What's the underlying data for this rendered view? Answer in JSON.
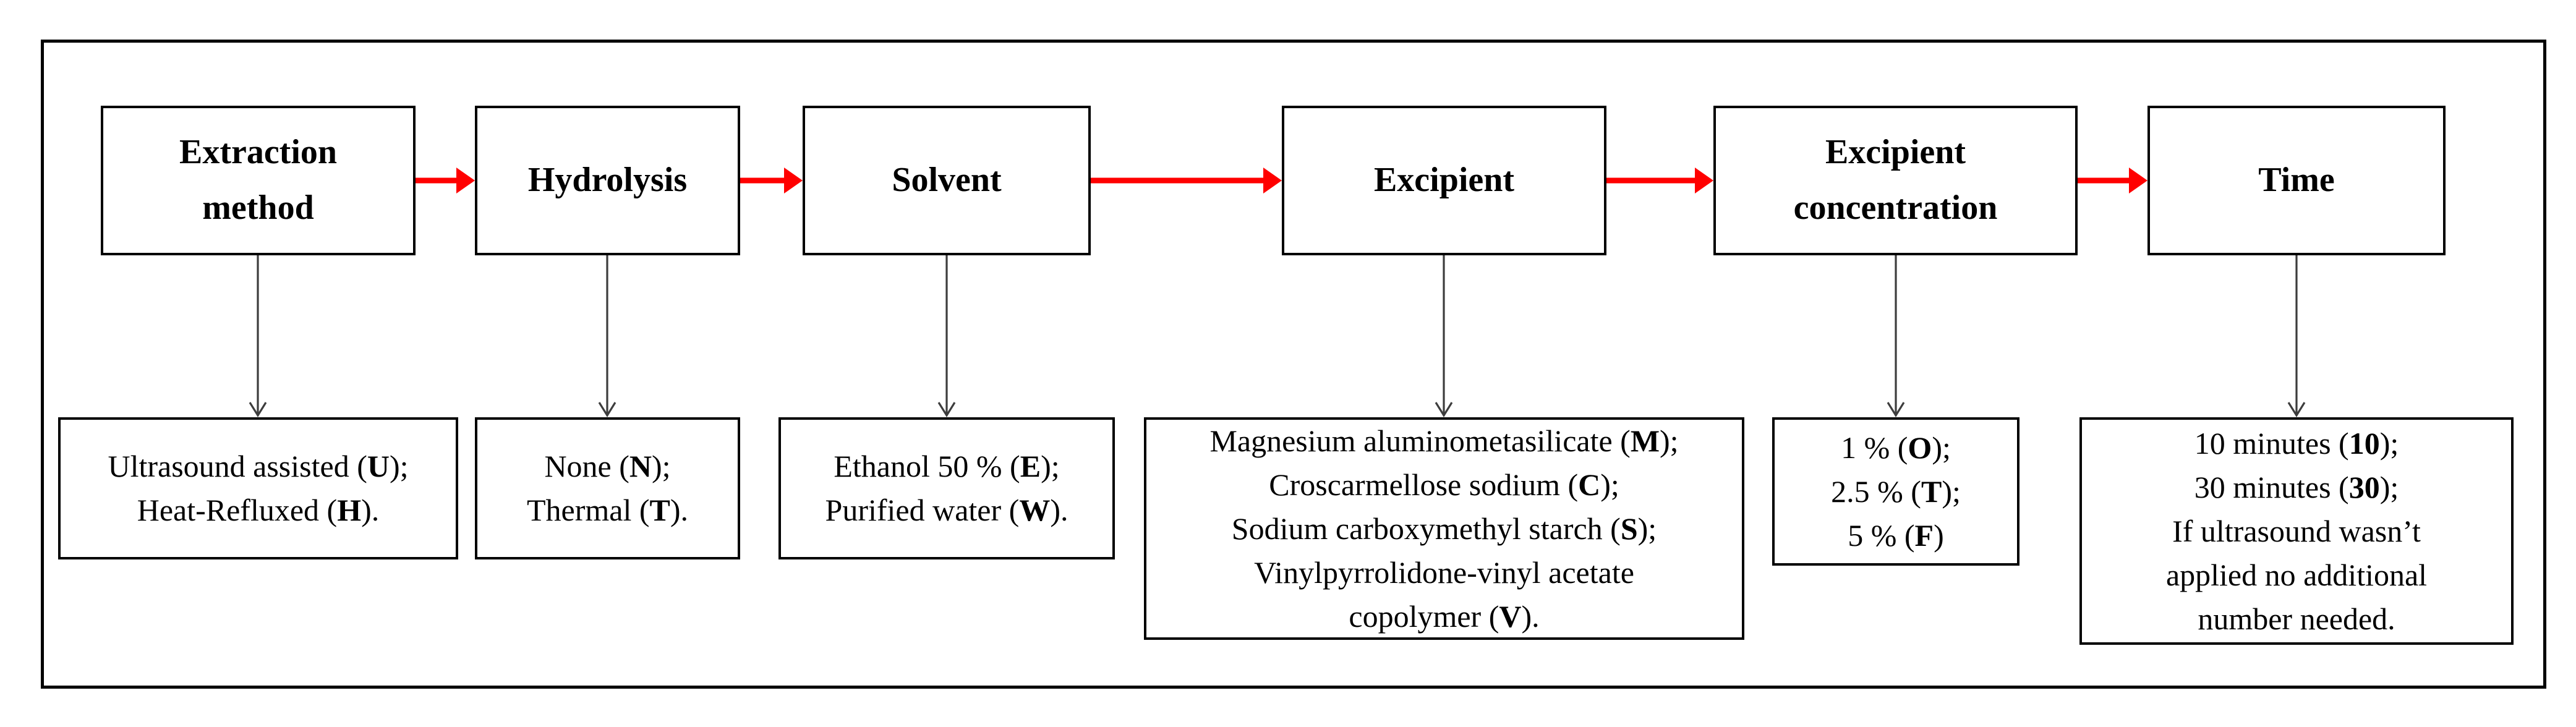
{
  "figure": {
    "colors": {
      "background": "#ffffff",
      "box_border": "#000000",
      "text": "#000000",
      "flow_arrow": "#ff0000",
      "connector": "#3d3d3d"
    },
    "steps": [
      {
        "title": "Extraction method",
        "options": [
          {
            "segments": [
              {
                "text": "Ultrasound assisted ("
              },
              {
                "text": "U",
                "bold": true
              },
              {
                "text": ");"
              }
            ]
          },
          {
            "segments": [
              {
                "text": "Heat-Refluxed ("
              },
              {
                "text": "H",
                "bold": true
              },
              {
                "text": ")."
              }
            ]
          }
        ]
      },
      {
        "title": "Hydrolysis",
        "options": [
          {
            "segments": [
              {
                "text": "None ("
              },
              {
                "text": "N",
                "bold": true
              },
              {
                "text": ");"
              }
            ]
          },
          {
            "segments": [
              {
                "text": "Thermal ("
              },
              {
                "text": "T",
                "bold": true
              },
              {
                "text": ")."
              }
            ]
          }
        ]
      },
      {
        "title": "Solvent",
        "options": [
          {
            "segments": [
              {
                "text": "Ethanol 50 % ("
              },
              {
                "text": "E",
                "bold": true
              },
              {
                "text": ");"
              }
            ]
          },
          {
            "segments": [
              {
                "text": "Purified water ("
              },
              {
                "text": "W",
                "bold": true
              },
              {
                "text": ")."
              }
            ]
          }
        ]
      },
      {
        "title": "Excipient",
        "options": [
          {
            "segments": [
              {
                "text": "Magnesium aluminometasilicate ("
              },
              {
                "text": "M",
                "bold": true
              },
              {
                "text": ");"
              }
            ]
          },
          {
            "segments": [
              {
                "text": "Croscarmellose sodium ("
              },
              {
                "text": "C",
                "bold": true
              },
              {
                "text": ");"
              }
            ]
          },
          {
            "segments": [
              {
                "text": "Sodium carboxymethyl starch ("
              },
              {
                "text": "S",
                "bold": true
              },
              {
                "text": ");"
              }
            ]
          },
          {
            "segments": [
              {
                "text": "Vinylpyrrolidone-vinyl acetate"
              }
            ]
          },
          {
            "segments": [
              {
                "text": "copolymer ("
              },
              {
                "text": "V",
                "bold": true
              },
              {
                "text": ")."
              }
            ]
          }
        ]
      },
      {
        "title": "Excipient concentration",
        "options": [
          {
            "segments": [
              {
                "text": "1 % ("
              },
              {
                "text": "O",
                "bold": true
              },
              {
                "text": ");"
              }
            ]
          },
          {
            "segments": [
              {
                "text": "2.5 % ("
              },
              {
                "text": "T",
                "bold": true
              },
              {
                "text": ");"
              }
            ]
          },
          {
            "segments": [
              {
                "text": "5 % ("
              },
              {
                "text": "F",
                "bold": true
              },
              {
                "text": ")"
              }
            ]
          }
        ]
      },
      {
        "title": "Time",
        "options": [
          {
            "segments": [
              {
                "text": "10 minutes ("
              },
              {
                "text": "10",
                "bold": true
              },
              {
                "text": ");"
              }
            ]
          },
          {
            "segments": [
              {
                "text": "30 minutes ("
              },
              {
                "text": "30",
                "bold": true
              },
              {
                "text": ");"
              }
            ]
          },
          {
            "segments": [
              {
                "text": "If ultrasound wasn’t"
              }
            ]
          },
          {
            "segments": [
              {
                "text": "applied no additional"
              }
            ]
          },
          {
            "segments": [
              {
                "text": "number needed."
              }
            ]
          }
        ]
      }
    ]
  }
}
